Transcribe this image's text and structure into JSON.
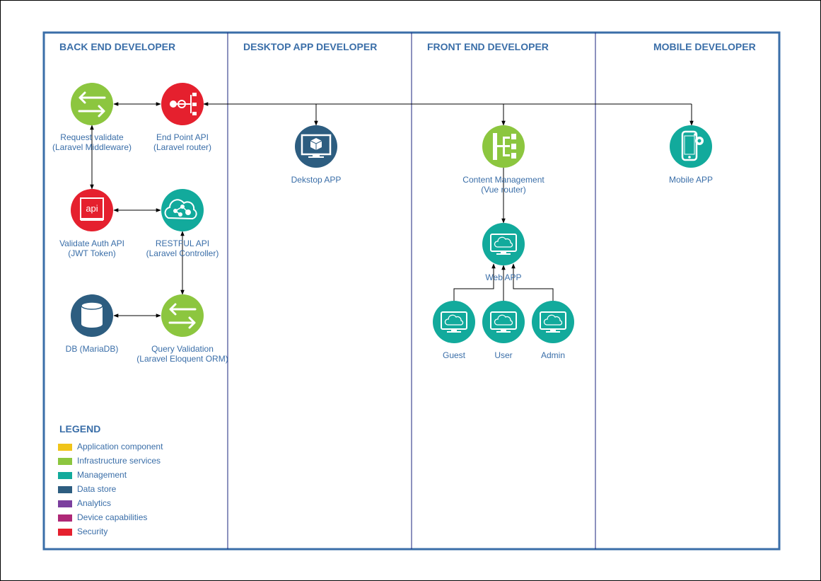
{
  "lanes": [
    {
      "title": "BACK END DEVELOPER"
    },
    {
      "title": "DESKTOP APP DEVELOPER"
    },
    {
      "title": "FRONT END DEVELOPER"
    },
    {
      "title": "MOBILE DEVELOPER"
    }
  ],
  "nodes": {
    "request_validate": {
      "line1": "Request validate",
      "line2": "(Laravel Middleware)",
      "icon": "arrows-exchange-icon",
      "color": "#8cc63f"
    },
    "end_point_api": {
      "line1": "End Point API",
      "line2": "(Laravel router)",
      "icon": "router-icon",
      "color": "#e5202e"
    },
    "validate_auth_api": {
      "line1": "Validate Auth API",
      "line2": "(JWT Token)",
      "icon": "api-book-icon",
      "icon_text": "api",
      "color": "#e5202e"
    },
    "restful_api": {
      "line1": "RESTFUL API",
      "line2": "(Laravel Controller)",
      "icon": "cloud-network-icon",
      "color": "#12aa9c"
    },
    "db": {
      "line1": "DB (MariaDB)",
      "line2": "",
      "icon": "database-icon",
      "color": "#2d5d80"
    },
    "query_validation": {
      "line1": "Query Validation",
      "line2": "(Laravel Eloquent ORM)",
      "icon": "arrows-exchange-icon",
      "color": "#8cc63f"
    },
    "desktop_app": {
      "line1": "Dekstop APP",
      "line2": "",
      "icon": "desktop-box-icon",
      "color": "#2d5d80"
    },
    "content_management": {
      "line1": "Content Management",
      "line2": "(Vue router)",
      "icon": "hierarchy-icon",
      "color": "#8cc63f"
    },
    "web_app": {
      "line1": "Web APP",
      "line2": "",
      "icon": "cloud-monitor-icon",
      "color": "#12aa9c"
    },
    "guest": {
      "line1": "Guest",
      "line2": "",
      "icon": "cloud-monitor-icon",
      "color": "#12aa9c"
    },
    "user": {
      "line1": "User",
      "line2": "",
      "icon": "cloud-monitor-icon",
      "color": "#12aa9c"
    },
    "admin": {
      "line1": "Admin",
      "line2": "",
      "icon": "cloud-monitor-icon",
      "color": "#12aa9c"
    },
    "mobile_app": {
      "line1": "Mobile APP",
      "line2": "",
      "icon": "mobile-gear-icon",
      "color": "#12aa9c"
    }
  },
  "legend": {
    "title": "LEGEND",
    "items": [
      {
        "label": "Application component",
        "color": "#f0c419"
      },
      {
        "label": "Infrastructure services",
        "color": "#8cc63f"
      },
      {
        "label": "Management",
        "color": "#12aa9c"
      },
      {
        "label": "Data store",
        "color": "#2d5d80"
      },
      {
        "label": "Analytics",
        "color": "#7b3f9e"
      },
      {
        "label": "Device capabilities",
        "color": "#ae2877"
      },
      {
        "label": "Security",
        "color": "#e5202e"
      }
    ]
  },
  "colors": {
    "frame": "#3a6ea8",
    "lane_divider": "#1a237e",
    "connector": "#000000",
    "text": "#3a6ea8"
  }
}
